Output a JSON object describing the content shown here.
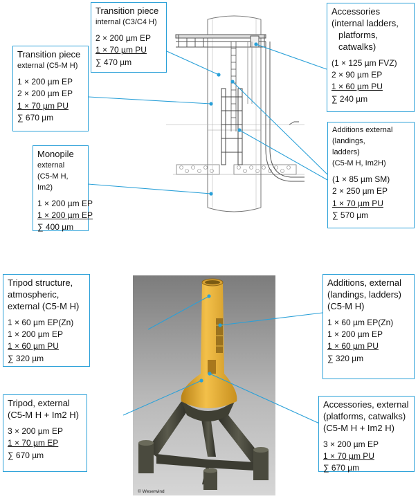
{
  "top_figure": {
    "transition_piece_internal": {
      "title": "Transition piece",
      "subtitle": "internal (C3/C4 H)",
      "lines": [
        "2 × 200 µm EP",
        "1 × 70 µm PU",
        "∑ 470 µm"
      ]
    },
    "transition_piece_external": {
      "title": "Transition piece",
      "subtitle": "external (C5-M H)",
      "lines": [
        "1 × 200 µm EP",
        "2 × 200 µm EP",
        "1 × 70 µm PU",
        "∑ 670 µm"
      ]
    },
    "monopile_external": {
      "title": "Monopile",
      "subtitle_1": "external",
      "subtitle_2": "(C5-M H, Im2)",
      "lines": [
        "1 × 200 µm EP",
        "1 × 200 µm EP",
        "∑ 400 µm"
      ]
    },
    "accessories": {
      "title_1": "Accessories",
      "title_2": "(internal ladders,",
      "title_3": "platforms,",
      "title_4": "catwalks)",
      "lines": [
        "(1 × 125 µm FVZ)",
        "2 × 90 µm EP",
        "1 × 60 µm PU",
        "∑ 240 µm"
      ]
    },
    "additions_external": {
      "title_1": "Additions external",
      "title_2": "(landings,",
      "title_3": "ladders)",
      "title_4": "(C5-M H, Im2H)",
      "lines": [
        "(1 × 85 µm SM)",
        "2 × 250 µm EP",
        "1 × 70 µm PU",
        "∑ 570 µm"
      ]
    }
  },
  "bottom_figure": {
    "tripod_structure": {
      "title_1": "Tripod structure,",
      "title_2": "atmospheric,",
      "title_3": "external (C5-M H)",
      "lines": [
        "1 × 60 µm EP(Zn)",
        "1 × 200 µm EP",
        "1 × 60 µm PU",
        "∑ 320 µm"
      ]
    },
    "tripod_external": {
      "title_1": "Tripod, external",
      "title_2": "(C5-M H + Im2 H)",
      "lines": [
        "3 × 200 µm EP",
        "1 × 70 µm EP",
        "∑ 670  µm"
      ]
    },
    "additions_external": {
      "title_1": "Additions, external",
      "title_2": "(landings, ladders)",
      "title_3": "(C5-M H)",
      "lines": [
        "1 × 60 µm EP(Zn)",
        "1 × 200 µm EP",
        "1 × 60 µm PU",
        "∑ 320 µm"
      ]
    },
    "accessories_external": {
      "title_1": "Accessories, external",
      "title_2": "(platforms, catwalks)",
      "title_3": "(C5-M H + Im2 H)",
      "lines": [
        "3 × 200 µm EP",
        "1 × 70 µm PU",
        "∑ 670  µm"
      ]
    },
    "credit": "© Weserwind"
  },
  "colors": {
    "callout_border": "#2aa0d8",
    "leader_line": "#2aa0d8",
    "tripod_yellow": "#e5a82a",
    "tripod_dark": "#3f3f33",
    "photo_background": "#9a9a9a"
  }
}
